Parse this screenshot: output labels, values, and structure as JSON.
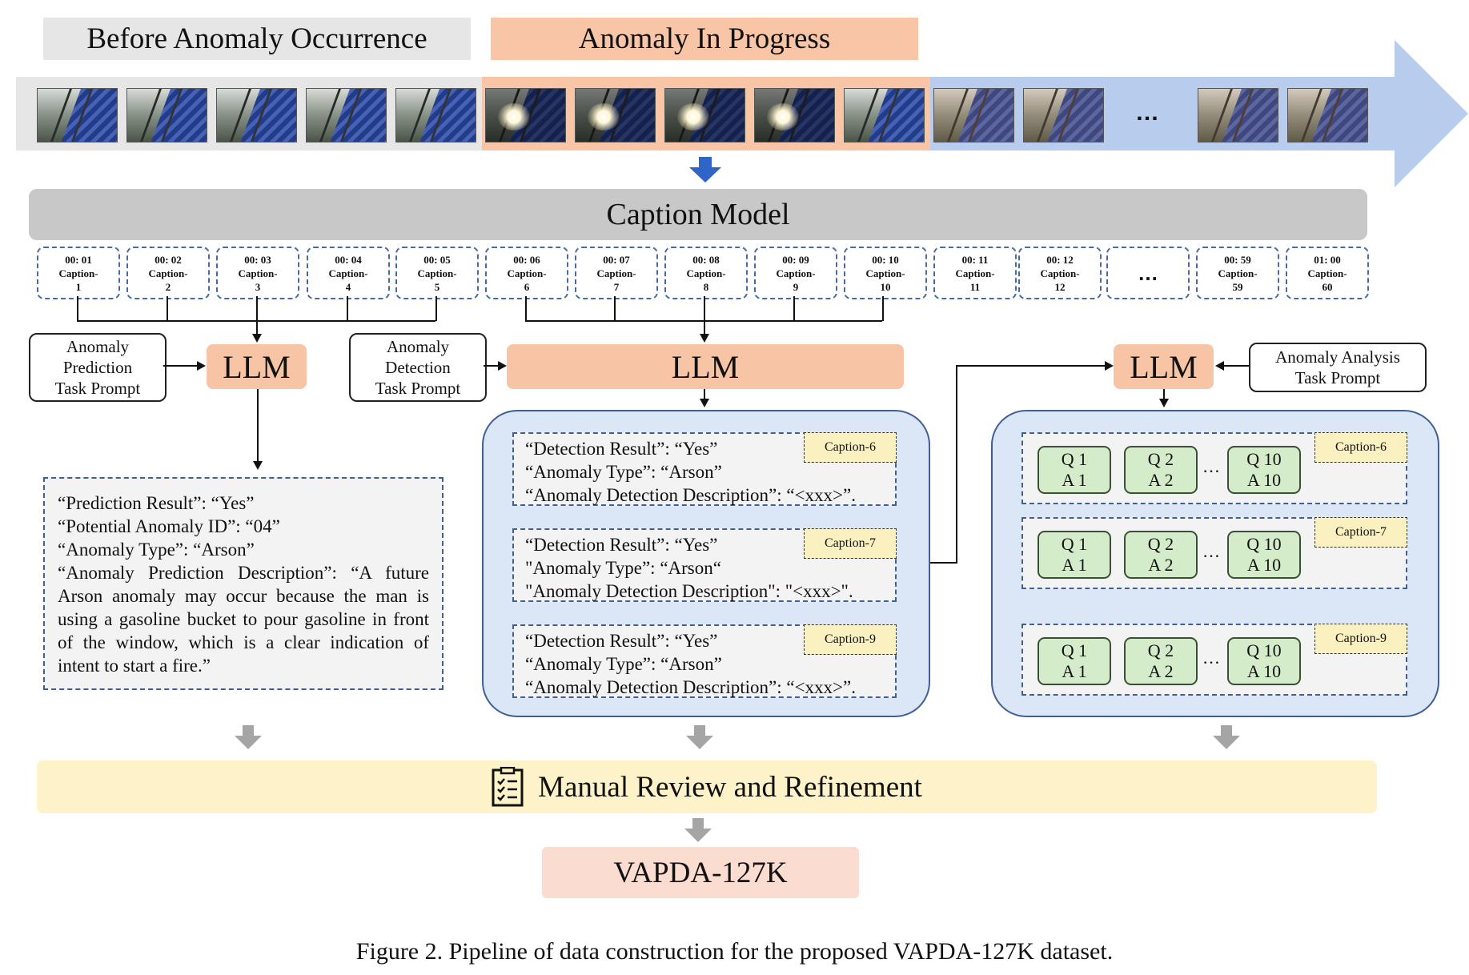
{
  "phases": {
    "before": "Before Anomaly Occurrence",
    "during": "Anomaly In Progress"
  },
  "timeline_ellipsis": "…",
  "caption_model": "Caption Model",
  "captions": [
    {
      "time": "00: 01",
      "label": "Caption-",
      "num": "1"
    },
    {
      "time": "00: 02",
      "label": "Caption-",
      "num": "2"
    },
    {
      "time": "00: 03",
      "label": "Caption-",
      "num": "3"
    },
    {
      "time": "00: 04",
      "label": "Caption-",
      "num": "4"
    },
    {
      "time": "00: 05",
      "label": "Caption-",
      "num": "5"
    },
    {
      "time": "00: 06",
      "label": "Caption-",
      "num": "6"
    },
    {
      "time": "00: 07",
      "label": "Caption-",
      "num": "7"
    },
    {
      "time": "00: 08",
      "label": "Caption-",
      "num": "8"
    },
    {
      "time": "00: 09",
      "label": "Caption-",
      "num": "9"
    },
    {
      "time": "00: 10",
      "label": "Caption-",
      "num": "10"
    },
    {
      "time": "00: 11",
      "label": "Caption-",
      "num": "11"
    },
    {
      "time": "00: 12",
      "label": "Caption-",
      "num": "12"
    },
    {
      "time": "00: 59",
      "label": "Caption-",
      "num": "59"
    },
    {
      "time": "01: 00",
      "label": "Caption-",
      "num": "60"
    }
  ],
  "caption_ellipsis": "…",
  "prompts": {
    "prediction": [
      "Anomaly",
      "Prediction",
      "Task Prompt"
    ],
    "detection": [
      "Anomaly",
      "Detection",
      "Task Prompt"
    ],
    "analysis": [
      "Anomaly Analysis",
      "Task Prompt"
    ]
  },
  "llm_label": "LLM",
  "prediction_output": {
    "line1": "“Prediction Result”: “Yes”",
    "line2": "“Potential Anomaly ID”: “04”",
    "line3": "“Anomaly Type”: “Arson”",
    "line4": "“Anomaly Prediction Description”: “A future Arson anomaly may occur because the man is using a gasoline bucket to pour gasoline in front of the window, which is a clear indication of intent to start a fire.”"
  },
  "detection_results": [
    {
      "tag": "Caption-6",
      "line1": "“Detection Result”: “Yes”",
      "line2": "“Anomaly Type”: “Arson”",
      "line3": "“Anomaly Detection Description”: “<xxx>”."
    },
    {
      "tag": "Caption-7",
      "line1": "“Detection Result”: “Yes”",
      "line2": "\"Anomaly Type”: “Arson“",
      "line3": "\"Anomaly Detection Description\": \"<xxx>\"."
    },
    {
      "tag": "Caption-9",
      "line1": "“Detection Result”: “Yes”",
      "line2": "“Anomaly Type”: “Arson”",
      "line3": "“Anomaly Detection Description”: “<xxx>”."
    }
  ],
  "analysis_results": [
    {
      "tag": "Caption-6",
      "qa": [
        {
          "q": "Q 1",
          "a": "A 1"
        },
        {
          "q": "Q 2",
          "a": "A 2"
        },
        {
          "q": "Q 10",
          "a": "A 10"
        }
      ]
    },
    {
      "tag": "Caption-7",
      "qa": [
        {
          "q": "Q 1",
          "a": "A 1"
        },
        {
          "q": "Q 2",
          "a": "A 2"
        },
        {
          "q": "Q 10",
          "a": "A 10"
        }
      ]
    },
    {
      "tag": "Caption-9",
      "qa": [
        {
          "q": "Q 1",
          "a": "A 1"
        },
        {
          "q": "Q 2",
          "a": "A 2"
        },
        {
          "q": "Q 10",
          "a": "A 10"
        }
      ]
    }
  ],
  "qa_ellipsis": "…",
  "manual_review": "Manual Review and Refinement",
  "dataset": "VAPDA-127K",
  "figure_caption": "Figure 2. Pipeline of data construction for the proposed VAPDA-127K dataset.",
  "colors": {
    "before_phase": "#e6e6e6",
    "during_phase": "#f8c6a6",
    "after_timeline": "#b8cdee",
    "caption_model": "#c8c8c8",
    "llm": "#f7c4a5",
    "panel": "#dbe6f7",
    "qa_box": "#d5ecca",
    "tag": "#fbf0c0",
    "review_band": "#fdf2c8",
    "dataset": "#fadcd0",
    "down_arrow": "#2f64c8",
    "gray_arrow": "#a5a5a5"
  },
  "icons": {
    "review": "checklist-icon"
  }
}
